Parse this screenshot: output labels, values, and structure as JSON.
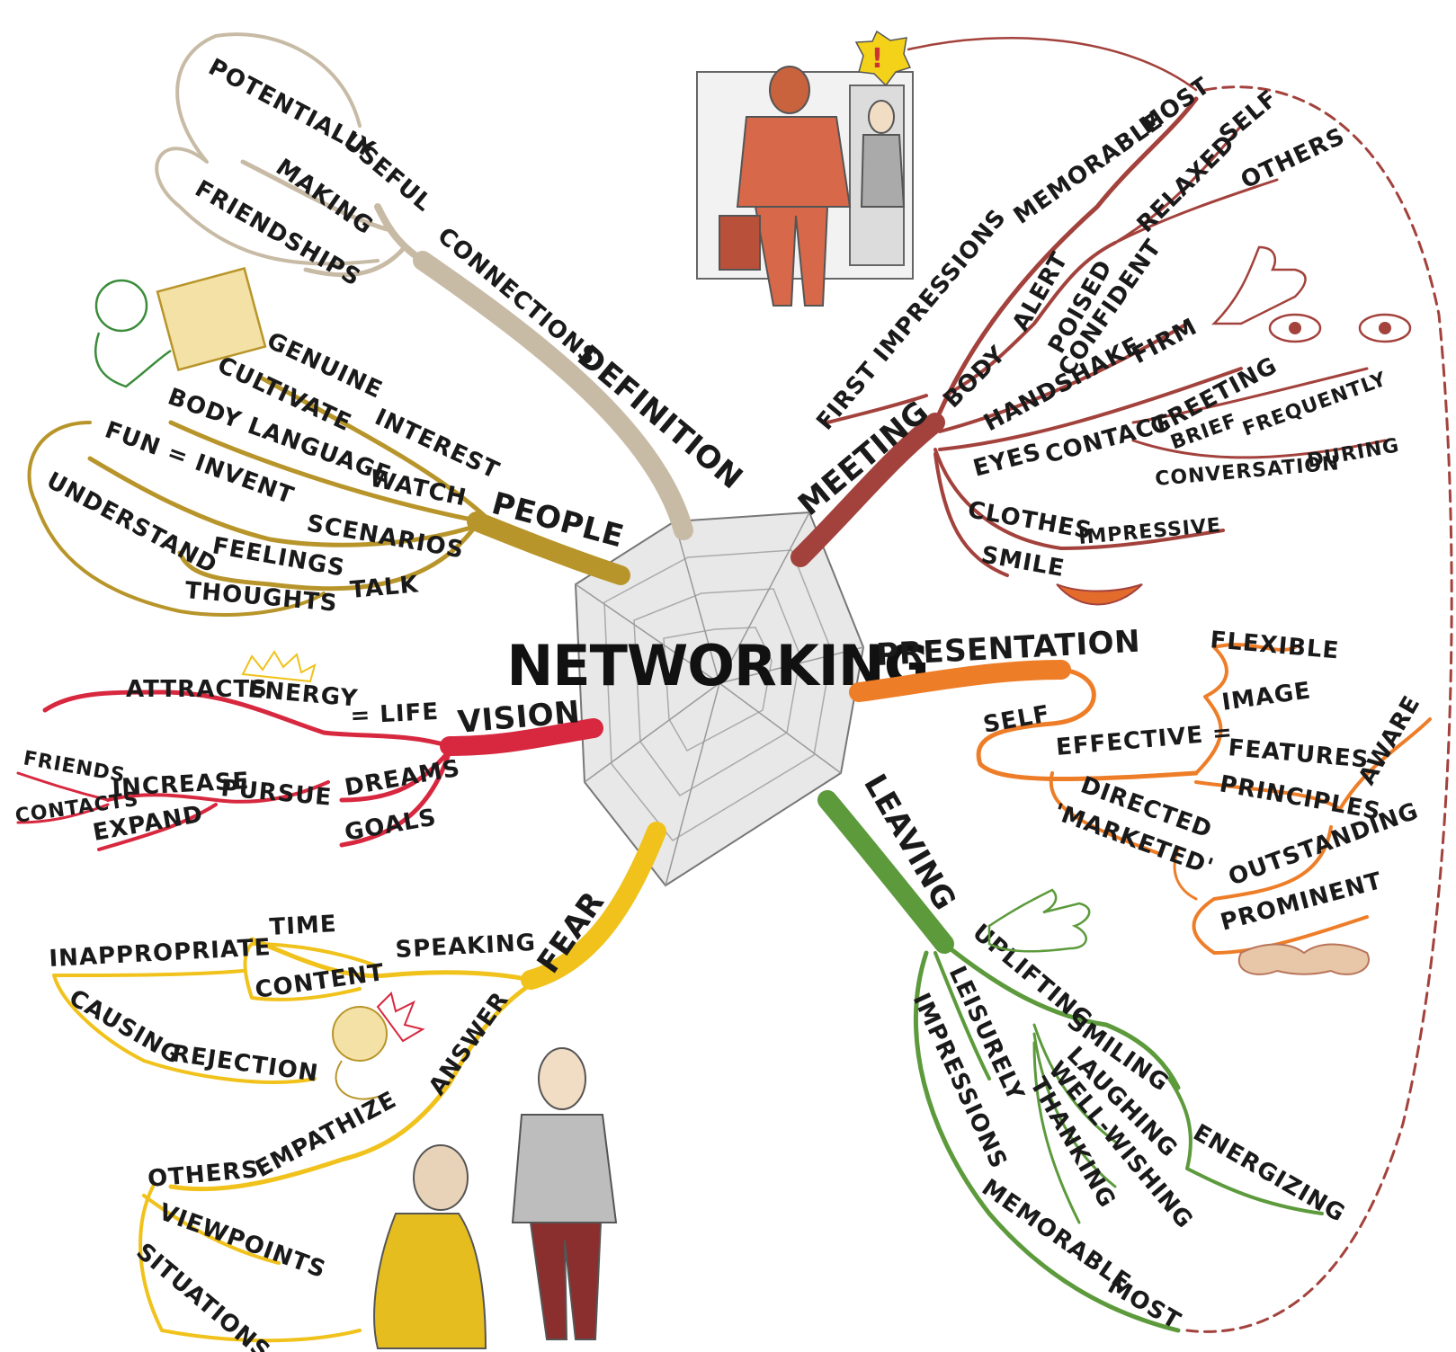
{
  "center": {
    "title": "NETWORKING"
  },
  "colors": {
    "definition": "#c8bba6",
    "people": "#b8952a",
    "vision": "#d7283f",
    "fear": "#f0c21b",
    "meeting": "#a3423c",
    "presentation": "#ee7d28",
    "leaving": "#5c9a3c",
    "web": "#cfcfcf"
  },
  "definition": {
    "label": "DEFINITION",
    "connections": "CONNECTIONS",
    "useful": "USEFUL",
    "potentially": "POTENTIALLY",
    "making": "MAKING",
    "friendships": "FRIENDSHIPS"
  },
  "people": {
    "label": "PEOPLE",
    "interest": "INTEREST",
    "genuine": "GENUINE",
    "cultivate": "CULTIVATE",
    "watch": "WATCH",
    "body_language": "BODY LANGUAGE",
    "scenarios": "SCENARIOS",
    "fun_invent": "FUN = INVENT",
    "talk": "TALK",
    "feelings": "FEELINGS",
    "thoughts": "THOUGHTS",
    "understand": "UNDERSTAND"
  },
  "vision": {
    "label": "VISION",
    "life": "= LIFE",
    "energy": "ENERGY",
    "attracts": "ATTRACTS",
    "dreams": "DREAMS",
    "goals": "GOALS",
    "pursue": "PURSUE",
    "increase": "INCREASE",
    "expand": "EXPAND",
    "friends": "FRIENDS",
    "contacts": "CONTACTS"
  },
  "fear": {
    "label": "FEAR",
    "speaking": "SPEAKING",
    "time": "TIME",
    "content": "CONTENT",
    "inappropriate": "INAPPROPRIATE",
    "causing": "CAUSING",
    "rejection": "REJECTION",
    "answer": "ANSWER",
    "empathize": "EMPATHIZE",
    "others": "OTHERS",
    "viewpoints": "VIEWPOINTS",
    "situations": "SITUATIONS"
  },
  "meeting": {
    "label": "MEETING",
    "first_impressions": "FIRST IMPRESSIONS",
    "memorable": "MEMORABLE",
    "most": "MOST",
    "body": "BODY",
    "alert": "ALERT",
    "poised": "POISED",
    "confident": "CONFIDENT",
    "relaxed": "RELAXED",
    "self": "SELF",
    "others": "OTHERS",
    "handshake": "HANDSHAKE",
    "firm": "FIRM",
    "eyes": "EYES",
    "contact": "CONTACT",
    "greeting": "GREETING",
    "brief": "BRIEF",
    "frequently": "FREQUENTLY",
    "conversation": "CONVERSATION",
    "during": "DURING",
    "clothes": "CLOTHES",
    "impressive": "IMPRESSIVE",
    "smile": "SMILE",
    "exclamation": "!"
  },
  "presentation": {
    "label": "PRESENTATION",
    "self": "SELF",
    "effective": "EFFECTIVE =",
    "flexible": "FLEXIBLE",
    "image": "IMAGE",
    "features": "FEATURES",
    "principles": "PRINCIPLES",
    "aware": "AWARE",
    "directed": "DIRECTED",
    "marketed": "'MARKETED'",
    "outstanding": "OUTSTANDING",
    "prominent": "PROMINENT"
  },
  "leaving": {
    "label": "LEAVING",
    "uplifting": "UPLIFTING",
    "leisurely": "LEISURELY",
    "impressions": "IMPRESSIONS",
    "memorable": "MEMORABLE",
    "most": "MOST",
    "smiling": "SMILING",
    "laughing": "LAUGHING",
    "well_wishing": "WELL-WISHING",
    "thanking": "THANKING",
    "energizing": "ENERGIZING"
  }
}
